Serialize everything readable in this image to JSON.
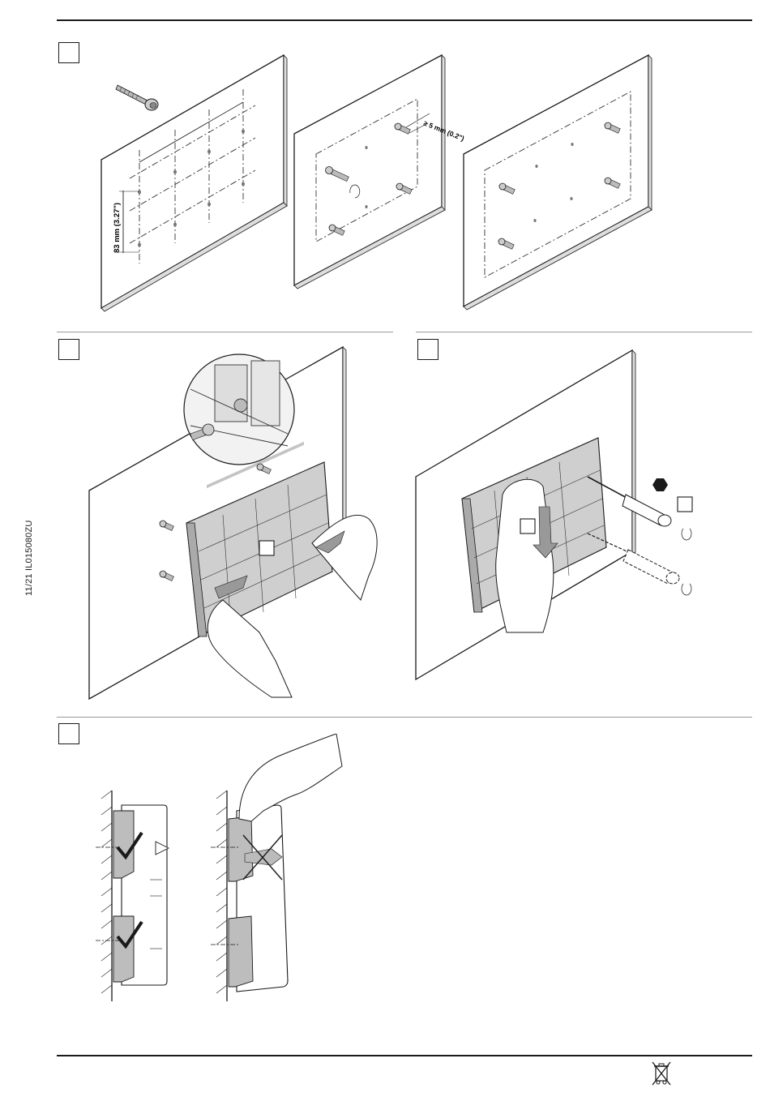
{
  "document": {
    "code": "11/21 IL015080ZU"
  },
  "step1": {
    "hole_spacing_label": "83 mm (3.27\")",
    "screw_distance_label": "≥ 5 mm (0.2\")"
  },
  "footer": {
    "weee_icon": "crossed-out-wheeled-bin-icon"
  }
}
